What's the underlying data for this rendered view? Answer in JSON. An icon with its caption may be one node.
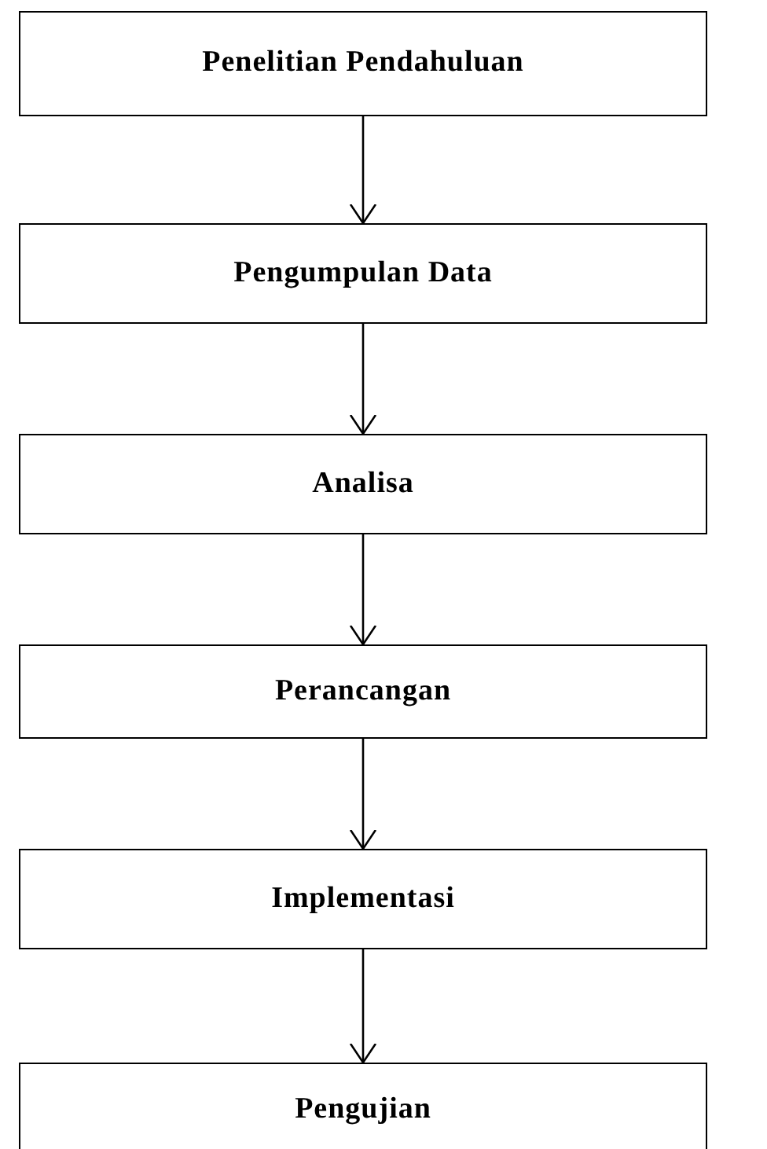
{
  "diagram": {
    "nodes": [
      {
        "text": [
          "Penelitian Pendahuluan"
        ]
      },
      {
        "text": [
          "Pengumpulan Data"
        ]
      },
      {
        "text": [
          "Analisa"
        ]
      },
      {
        "text": [
          "Perancangan"
        ]
      },
      {
        "text": [
          "Implementasi"
        ]
      },
      {
        "text": [
          "Pengujian"
        ]
      }
    ],
    "edges": [
      {
        "from": 0,
        "to": 1,
        "arrow": "to"
      },
      {
        "from": 1,
        "to": 2,
        "arrow": "to"
      },
      {
        "from": 2,
        "to": 3,
        "arrow": "to"
      },
      {
        "from": 3,
        "to": 4,
        "arrow": "to"
      },
      {
        "from": 4,
        "to": 5,
        "arrow": "to"
      }
    ]
  }
}
